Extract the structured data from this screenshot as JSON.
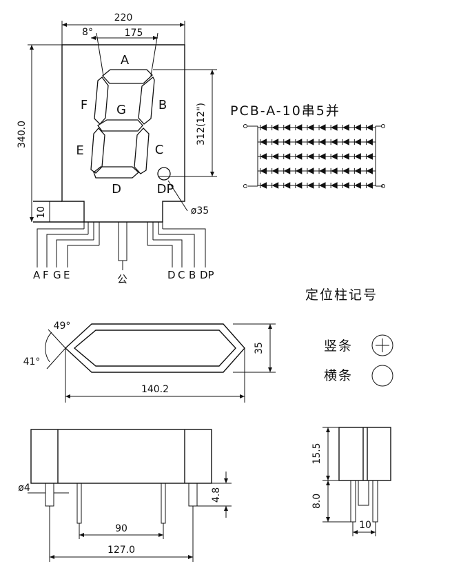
{
  "top_view": {
    "width_label": "220",
    "inner_width_label": "175",
    "slant_label": "8°",
    "height_label": "340.0",
    "digit_height_label": "312(12\")",
    "base_label": "10",
    "dp_diameter_label": "ø35",
    "segments": [
      "A",
      "B",
      "C",
      "D",
      "E",
      "F",
      "G",
      "DP"
    ],
    "pins_left": [
      "A",
      "F",
      "G",
      "E"
    ],
    "pin_common": "公",
    "pins_right": [
      "D",
      "C",
      "B",
      "DP"
    ]
  },
  "pcb": {
    "title": "PCB-A-10串5并",
    "rows": 5,
    "diodes_per_row": 10
  },
  "segment_view": {
    "angle_top": "49°",
    "angle_bottom": "41°",
    "length_label": "140.2",
    "height_label": "35"
  },
  "legend": {
    "title": "定位柱记号",
    "vertical_label": "竖条",
    "horizontal_label": "横条"
  },
  "side_view": {
    "pin_diameter_label": "ø4",
    "pin_length_label": "4.8",
    "pin_spacing_label": "90",
    "total_width_label": "127.0"
  },
  "end_view": {
    "body_height_label": "15.5",
    "pin_height_label": "8.0",
    "pin_spacing_label": "10"
  }
}
